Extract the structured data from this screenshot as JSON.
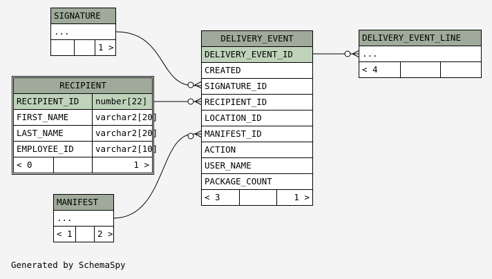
{
  "tables": {
    "signature": {
      "name": "SIGNATURE",
      "rows": [
        "..."
      ],
      "footer": [
        "",
        "",
        "1 >"
      ]
    },
    "recipient": {
      "name": "RECIPIENT",
      "columns": [
        {
          "name": "RECIPIENT_ID",
          "type": "number[22]"
        },
        {
          "name": "FIRST_NAME",
          "type": "varchar2[20]"
        },
        {
          "name": "LAST_NAME",
          "type": "varchar2[20]"
        },
        {
          "name": "EMPLOYEE_ID",
          "type": "varchar2[10]"
        }
      ],
      "footer": [
        "< 0",
        "",
        "1 >"
      ]
    },
    "manifest": {
      "name": "MANIFEST",
      "rows": [
        "..."
      ],
      "footer": [
        "< 1",
        "",
        "2 >"
      ]
    },
    "delivery_event": {
      "name": "DELIVERY_EVENT",
      "columns": [
        "DELIVERY_EVENT_ID",
        "CREATED",
        "SIGNATURE_ID",
        "RECIPIENT_ID",
        "LOCATION_ID",
        "MANIFEST_ID",
        "ACTION",
        "USER_NAME",
        "PACKAGE_COUNT"
      ],
      "footer": [
        "< 3",
        "",
        "1 >"
      ]
    },
    "delivery_event_line": {
      "name": "DELIVERY_EVENT_LINE",
      "rows": [
        "..."
      ],
      "footer": [
        "< 4",
        "",
        ""
      ]
    }
  },
  "footer_text": "Generated by SchemaSpy"
}
